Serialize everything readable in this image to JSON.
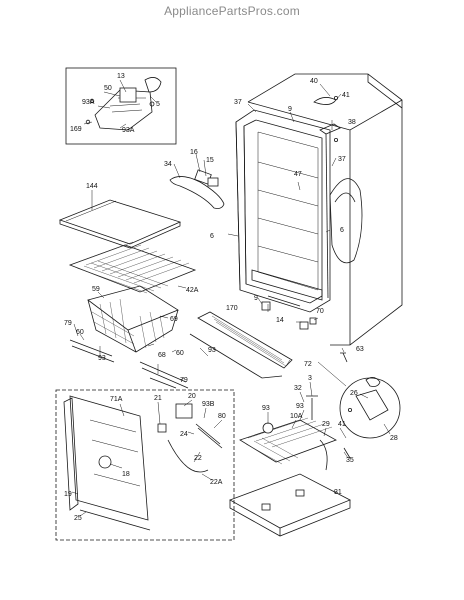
{
  "watermark": "AppliancePartsPros.com",
  "labels": {
    "inset_top": [
      "13",
      "50",
      "93A",
      "5",
      "169",
      "93A"
    ],
    "cabinet": [
      "40",
      "41",
      "37",
      "9",
      "38",
      "37",
      "47",
      "6",
      "6",
      "9",
      "170",
      "14",
      "70",
      "63",
      "72"
    ],
    "door_parts": [
      "16",
      "15",
      "34"
    ],
    "shelves": [
      "144",
      "42A",
      "59",
      "69",
      "79",
      "60",
      "93",
      "68",
      "60",
      "79",
      "93"
    ],
    "hinge_inset": [
      "26",
      "28"
    ],
    "door_bottom": [
      "71A",
      "21",
      "20",
      "93B",
      "80",
      "24",
      "22",
      "22A",
      "18",
      "19",
      "25"
    ],
    "machine": [
      "3",
      "32",
      "93",
      "93",
      "10A",
      "29",
      "41",
      "35",
      "31"
    ]
  }
}
